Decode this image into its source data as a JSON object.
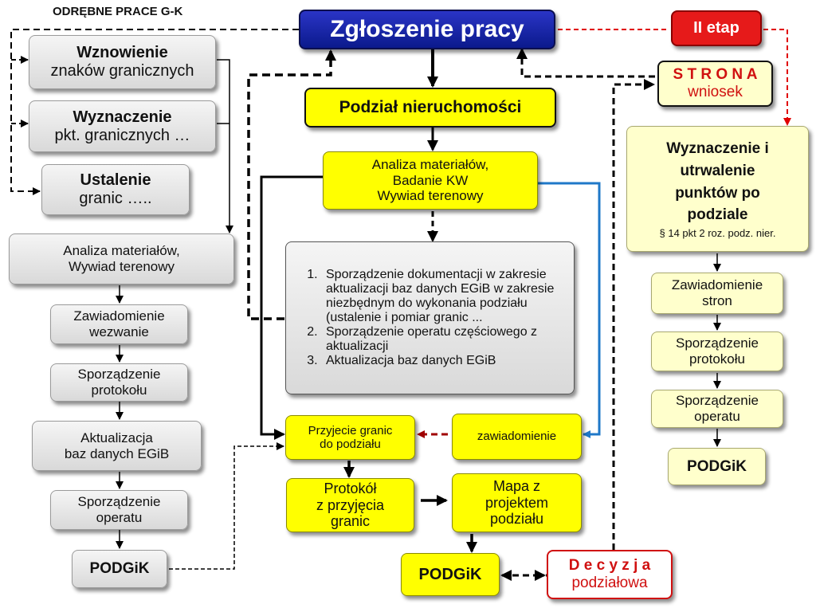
{
  "header_label": "ODRĘBNE PRACE G-K",
  "top": {
    "zgloszenie": "Zgłoszenie pracy",
    "etap": "II etap",
    "strona_title": "S T R O N A",
    "strona_sub": "wniosek"
  },
  "left": {
    "wznowienie_title": "Wznowienie",
    "wznowienie_sub": "znaków granicznych",
    "wyznaczenie_title": "Wyznaczenie",
    "wyznaczenie_sub": "pkt. granicznych …",
    "ustalenie_title": "Ustalenie",
    "ustalenie_sub": "granic …..",
    "analiza": "Analiza materiałów,\nWywiad terenowy",
    "zawiadomienie": "Zawiadomienie\nwezwanie",
    "protokol": "Sporządzenie\nprotokołu",
    "aktualizacja": "Aktualizacja\nbaz danych EGiB",
    "operat": "Sporządzenie\noperatu",
    "podgik": "PODGiK"
  },
  "center": {
    "podzial": "Podział nieruchomości",
    "analiza": "Analiza materiałów,\nBadanie KW\nWywiad terenowy",
    "steps": [
      "Sporządzenie dokumentacji w zakresie aktualizacji baz danych EGiB w zakresie niezbędnym do wykonania podziału (ustalenie i pomiar granic ...",
      "Sporządzenie operatu częściowego z aktualizacji",
      "Aktualizacja baz danych EGiB"
    ],
    "przyjecie": "Przyjecie granic\ndo podziału",
    "zawiadomienie": "zawiadomienie",
    "protokol": "Protokół\nz przyjęcia\ngranic",
    "mapa": "Mapa z\nprojektem\npodziału",
    "podgik": "PODGiK",
    "decyzja_title": "D e c y z j a",
    "decyzja_sub": "podziałowa"
  },
  "right": {
    "wyznaczenie": "Wyznaczenie i\nutrwalenie\npunktów  po\npodziale",
    "wyznaczenie_note": "§ 14 pkt 2 roz. podz. nier.",
    "zawiadomienie": "Zawiadomienie\nstron",
    "protokol": "Sporządzenie\nprotokołu",
    "operat": "Sporządzenie\noperatu",
    "podgik": "PODGiK"
  },
  "colors": {
    "blue_box": "#0b1a8c",
    "yellow_box": "#ffff00",
    "cream_box": "#ffffcc",
    "red": "#d01010",
    "connector_blue": "#1f78c8"
  }
}
